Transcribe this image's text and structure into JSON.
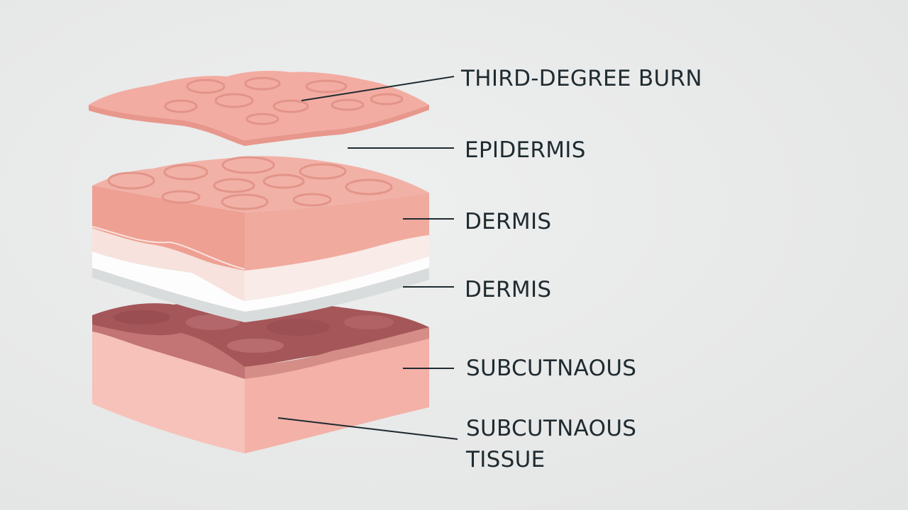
{
  "labels": {
    "burn": "THIRD-DEGREE BURN",
    "epidermis": "EPIDERMIS",
    "dermis_upper": "DERMIS",
    "dermis_lower": "DERMIS",
    "subcutaneous": "SUBCUTNAOUS",
    "subcutaneous_tissue_line1": "SUBCUTNAOUS",
    "subcutaneous_tissue_line2": "TISSUE"
  },
  "colors": {
    "background": "#e9eaea",
    "burn_layer": "#f1a79c",
    "dermis_top": "#f2aea3",
    "dermis_side": "#eea295",
    "pale_layer": "#f7e2dd",
    "white_band": "#fbfbfb",
    "dark_layer": "#a85a5c",
    "subcutaneous": "#f5b9b0",
    "leader_line": "#1f2b30"
  }
}
